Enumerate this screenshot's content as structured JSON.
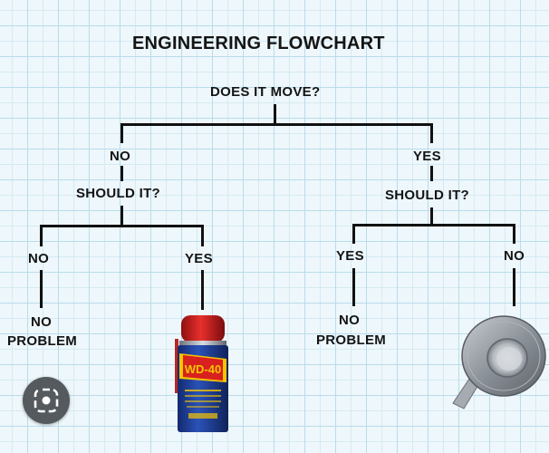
{
  "title": "ENGINEERING FLOWCHART",
  "root": {
    "question": "DOES IT MOVE?"
  },
  "left_branch": {
    "answer": "NO",
    "question": "SHOULD IT?",
    "no": {
      "answer": "NO",
      "result_line1": "NO",
      "result_line2": "PROBLEM"
    },
    "yes": {
      "answer": "YES",
      "result_image": "wd-40-can",
      "can_text": "WD-40"
    }
  },
  "right_branch": {
    "answer": "YES",
    "question": "SHOULD IT?",
    "yes": {
      "answer": "YES",
      "result_line1": "NO",
      "result_line2": "PROBLEM"
    },
    "no": {
      "answer": "NO",
      "result_image": "duct-tape-roll"
    }
  },
  "overlay": {
    "icon": "lens-search-icon"
  },
  "colors": {
    "grid_line": "#b9dcec",
    "paper": "#eef7fb",
    "can_blue": "#1f3f9a",
    "can_yellow": "#f5c400",
    "can_red": "#d8201f",
    "tape_grey": "#9aa0a6"
  }
}
